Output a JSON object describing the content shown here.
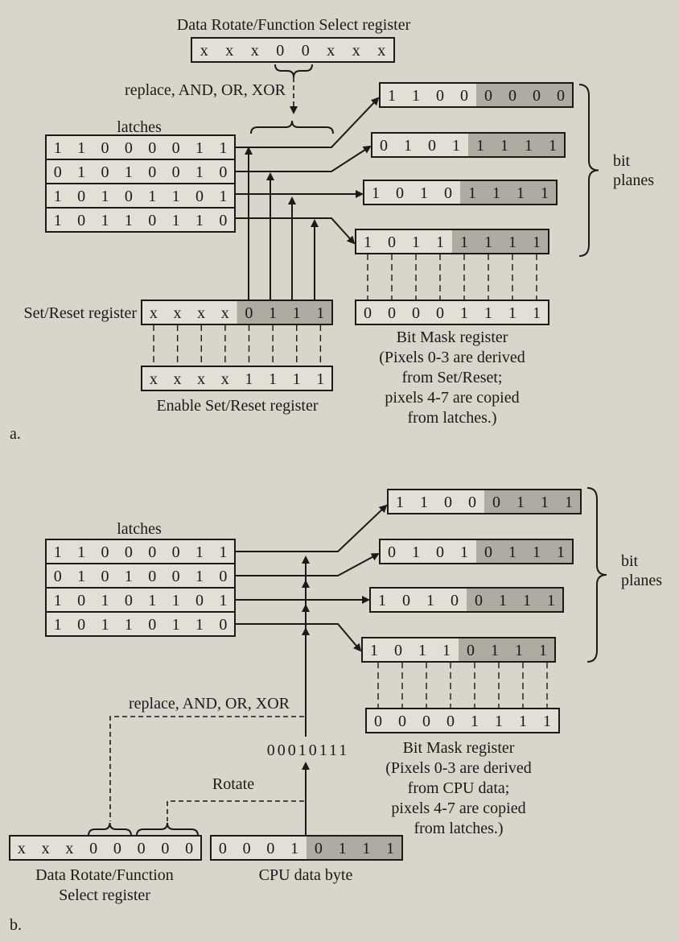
{
  "part_a": {
    "label": "a.",
    "drfs_title": "Data Rotate/Function Select register",
    "drfs_bits": [
      "x",
      "x",
      "x",
      "0",
      "0",
      "x",
      "x",
      "x"
    ],
    "function_text": "replace, AND, OR, XOR",
    "latches_label": "latches",
    "latches": [
      [
        "1",
        "1",
        "0",
        "0",
        "0",
        "0",
        "1",
        "1"
      ],
      [
        "0",
        "1",
        "0",
        "1",
        "0",
        "0",
        "1",
        "0"
      ],
      [
        "1",
        "0",
        "1",
        "0",
        "1",
        "1",
        "0",
        "1"
      ],
      [
        "1",
        "0",
        "1",
        "1",
        "0",
        "1",
        "1",
        "0"
      ]
    ],
    "bit_planes": [
      [
        "1",
        "1",
        "0",
        "0",
        "0",
        "0",
        "0",
        "0"
      ],
      [
        "0",
        "1",
        "0",
        "1",
        "1",
        "1",
        "1",
        "1"
      ],
      [
        "1",
        "0",
        "1",
        "0",
        "1",
        "1",
        "1",
        "1"
      ],
      [
        "1",
        "0",
        "1",
        "1",
        "1",
        "1",
        "1",
        "1"
      ]
    ],
    "bit_planes_label": [
      "bit",
      "planes"
    ],
    "set_reset_label": "Set/Reset register",
    "set_reset_bits": [
      "x",
      "x",
      "x",
      "x",
      "0",
      "1",
      "1",
      "1"
    ],
    "enable_bits": [
      "x",
      "x",
      "x",
      "x",
      "1",
      "1",
      "1",
      "1"
    ],
    "enable_label": "Enable Set/Reset register",
    "bit_mask_bits": [
      "0",
      "0",
      "0",
      "0",
      "1",
      "1",
      "1",
      "1"
    ],
    "bit_mask_caption": [
      "Bit Mask register",
      "(Pixels 0-3 are derived",
      "from Set/Reset;",
      "pixels 4-7 are copied",
      "from latches.)"
    ]
  },
  "part_b": {
    "label": "b.",
    "latches_label": "latches",
    "latches": [
      [
        "1",
        "1",
        "0",
        "0",
        "0",
        "0",
        "1",
        "1"
      ],
      [
        "0",
        "1",
        "0",
        "1",
        "0",
        "0",
        "1",
        "0"
      ],
      [
        "1",
        "0",
        "1",
        "0",
        "1",
        "1",
        "0",
        "1"
      ],
      [
        "1",
        "0",
        "1",
        "1",
        "0",
        "1",
        "1",
        "0"
      ]
    ],
    "bit_planes": [
      [
        "1",
        "1",
        "0",
        "0",
        "0",
        "1",
        "1",
        "1"
      ],
      [
        "0",
        "1",
        "0",
        "1",
        "0",
        "1",
        "1",
        "1"
      ],
      [
        "1",
        "0",
        "1",
        "0",
        "0",
        "1",
        "1",
        "1"
      ],
      [
        "1",
        "0",
        "1",
        "1",
        "0",
        "1",
        "1",
        "1"
      ]
    ],
    "bit_planes_label": [
      "bit",
      "planes"
    ],
    "function_text": "replace, AND, OR, XOR",
    "rotated_value": "00010111",
    "rotate_label": "Rotate",
    "drfs_bits": [
      "x",
      "x",
      "x",
      "0",
      "0",
      "0",
      "0",
      "0"
    ],
    "drfs_label": [
      "Data Rotate/Function",
      "Select register"
    ],
    "cpu_bits": [
      "0",
      "0",
      "0",
      "1",
      "0",
      "1",
      "1",
      "1"
    ],
    "cpu_label": "CPU data byte",
    "bit_mask_bits": [
      "0",
      "0",
      "0",
      "0",
      "1",
      "1",
      "1",
      "1"
    ],
    "bit_mask_caption": [
      "Bit Mask register",
      "(Pixels 0-3 are derived",
      "from CPU data;",
      "pixels 4-7 are copied",
      "from latches.)"
    ]
  }
}
